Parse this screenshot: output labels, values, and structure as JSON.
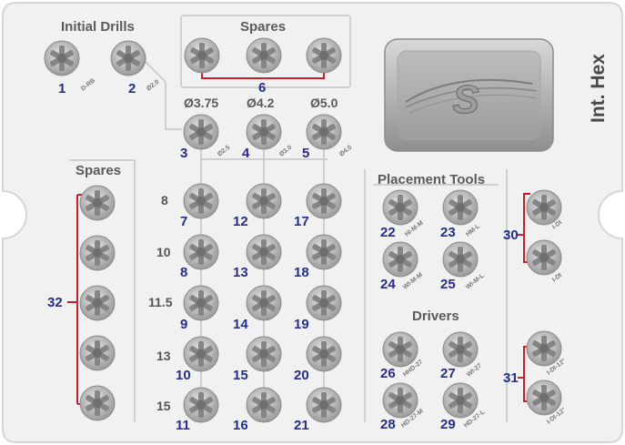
{
  "headers": {
    "initial_drills": "Initial Drills",
    "spares_top": "Spares",
    "spares_left": "Spares",
    "placement_tools": "Placement Tools",
    "drivers": "Drivers"
  },
  "tray_title": "Int. Hex",
  "diameters": {
    "d375": "Ø3.75",
    "d42": "Ø4.2",
    "d50": "Ø5.0"
  },
  "row_labels": [
    "8",
    "10",
    "11.5",
    "13",
    "15"
  ],
  "position_numbers": {
    "n1": "1",
    "n2": "2",
    "n3": "3",
    "n4": "4",
    "n5": "5",
    "n6": "6",
    "n7": "7",
    "n8": "8",
    "n9": "9",
    "n10": "10",
    "n11": "11",
    "n12": "12",
    "n13": "13",
    "n14": "14",
    "n15": "15",
    "n16": "16",
    "n17": "17",
    "n18": "18",
    "n19": "19",
    "n20": "20",
    "n21": "21",
    "n22": "22",
    "n23": "23",
    "n24": "24",
    "n25": "25",
    "n26": "26",
    "n27": "27",
    "n28": "28",
    "n29": "29",
    "n30": "30",
    "n31": "31",
    "n32": "32"
  },
  "codes": {
    "c1": "D-RB",
    "c2": "Ø2.0",
    "c3": "Ø2.5",
    "c4": "Ø3.0",
    "c5": "Ø4.0",
    "c22": "HI-M-M",
    "c23": "HM-L",
    "c24": "WI-M-M",
    "c25": "WI-M-L",
    "c26": "HHD-27",
    "c27": "WI-27",
    "c28": "HD-27-M",
    "c29": "HD-27-L",
    "c30a": "I-DI",
    "c30b": "I-DI",
    "c31a": "I-DI-12°",
    "c31b": "I-DI-12°"
  },
  "logo": {
    "letter": "S"
  },
  "colors": {
    "number_blue": "#262d8a",
    "bracket_red": "#c8202a",
    "tray": "#f1f1f1",
    "line": "#c4c4c4"
  }
}
